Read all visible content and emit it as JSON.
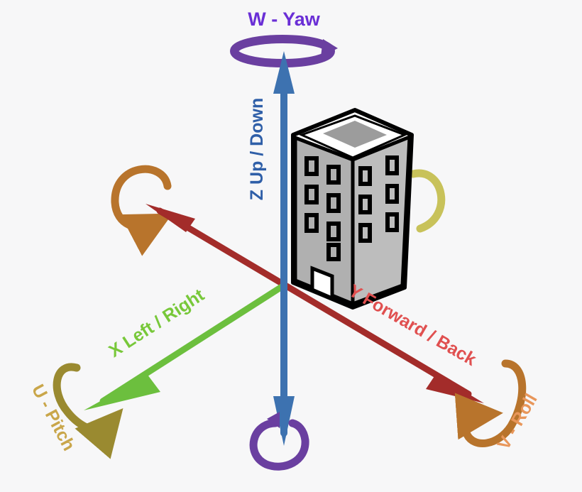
{
  "labels": {
    "yaw": "W - Yaw",
    "z_axis": "Z Up / Down",
    "x_axis": "X Left / Right",
    "y_axis": "Y Forward / Back",
    "pitch": "U - Pitch",
    "roll": "V - Roll"
  },
  "colors": {
    "background": "#f7f7f8",
    "z_axis": "#3d72b0",
    "x_axis": "#6cbf3e",
    "y_axis": "#a32c2a",
    "yaw": "#6a3fa0",
    "yaw_label": "#6a2fd6",
    "z_label": "#2f5fa8",
    "x_label": "#78c83a",
    "y_label": "#e05050",
    "pitch_ring": "#9a8a30",
    "pitch_label": "#c9a64a",
    "roll_ring": "#b8742c",
    "roll_label": "#e8965a",
    "left_ring": "#b8742c",
    "right_ring": "#c8c25a",
    "building": "#b3b3b3",
    "building_outline": "#000000"
  },
  "icons": {
    "building": "building-icon",
    "rotation": "rotation-arrow-icon"
  }
}
